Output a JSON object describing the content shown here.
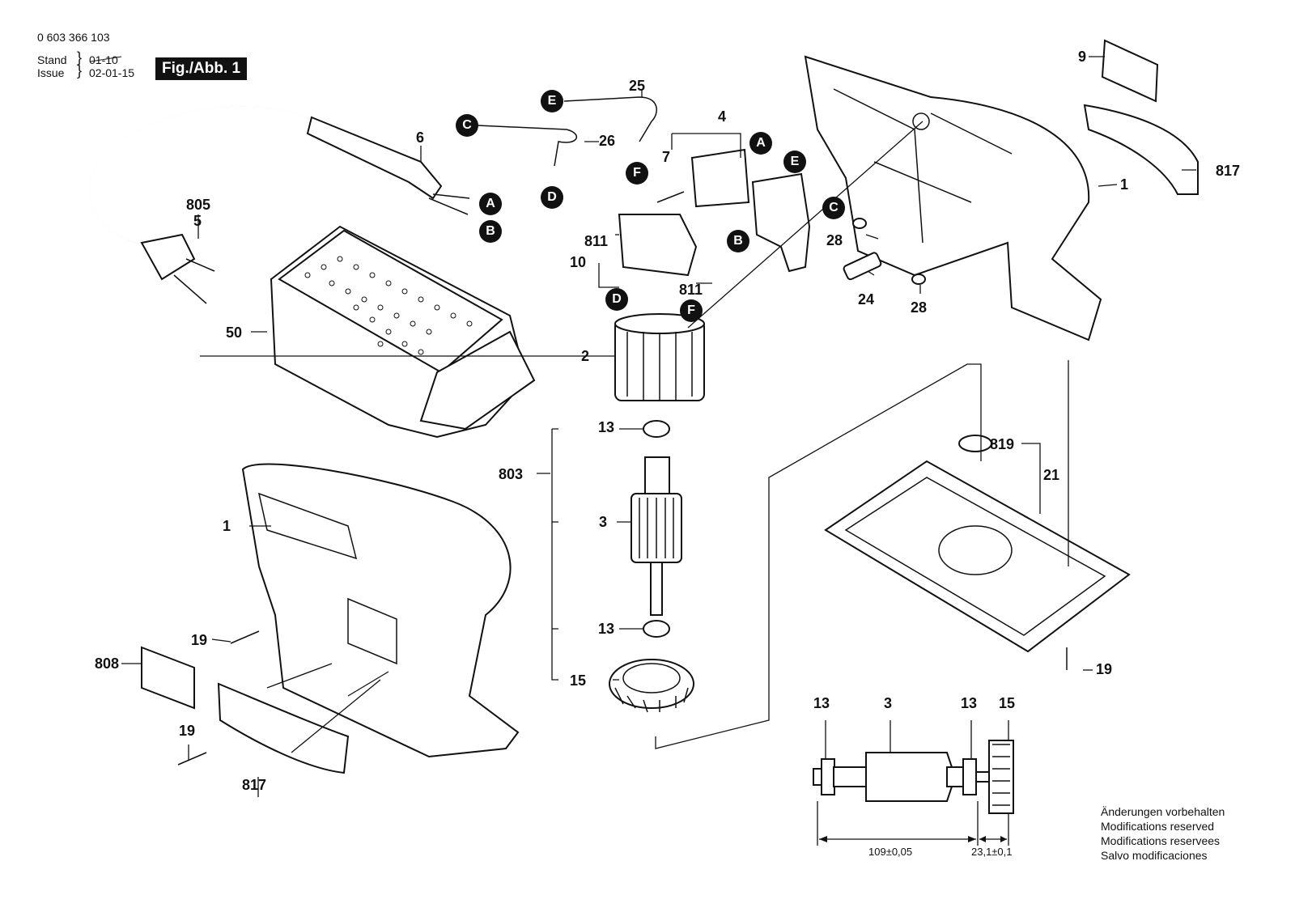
{
  "header": {
    "part_number": "0 603 366 103",
    "stand_label": "Stand",
    "issue_label": "Issue",
    "old_date": "01-10",
    "issue_date": "02-01-15",
    "figure_label": "Fig./Abb. 1"
  },
  "callouts": {
    "c1a": "1",
    "c1b": "1",
    "c2": "2",
    "c3": "3",
    "c4": "4",
    "c5": "5",
    "c6": "6",
    "c7": "7",
    "c9": "9",
    "c10": "10",
    "c13a": "13",
    "c13b": "13",
    "c15": "15",
    "c19a": "19",
    "c19b": "19",
    "c19c": "19",
    "c21": "21",
    "c24": "24",
    "c25": "25",
    "c26": "26",
    "c28a": "28",
    "c28b": "28",
    "c50": "50",
    "c803": "803",
    "c805": "805",
    "c808": "808",
    "c811a": "811",
    "c811b": "811",
    "c817a": "817",
    "c817b": "817",
    "c819": "819"
  },
  "connectors": {
    "A1": "A",
    "A2": "A",
    "B1": "B",
    "B2": "B",
    "C1": "C",
    "C2": "C",
    "D1": "D",
    "D2": "D",
    "E1": "E",
    "E2": "E",
    "F1": "F",
    "F2": "F"
  },
  "detail": {
    "c13_left": "13",
    "c3": "3",
    "c13_right": "13",
    "c15": "15",
    "dim_length": "109±0,05",
    "dim_offset": "23,1±0,1"
  },
  "notes": [
    "Änderungen vorbehalten",
    "Modifications reserved",
    "Modifications reservees",
    "Salvo modificaciones"
  ]
}
